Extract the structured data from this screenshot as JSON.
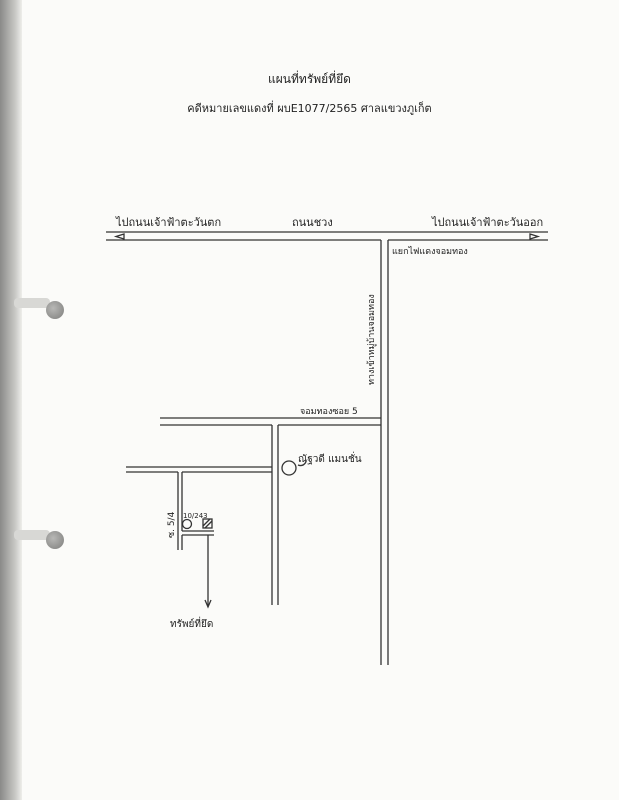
{
  "document": {
    "title": "แผนที่ทรัพย์ที่ยึด",
    "case_line": "คดีหมายเลขแดงที่ ผบE1077/2565 ศาลแขวงภูเก็ต"
  },
  "map": {
    "main_road_label": "ถนนชวง",
    "to_west_label": "ไปถนนเจ้าฟ้าตะวันตก",
    "to_east_label": "ไปถนนเจ้าฟ้าตะวันออก",
    "junction_label": "แยกไฟแดงจอมทอง",
    "village_entrance_label": "ทางเข้าหมู่บ้านจอมทอง",
    "soi_label": "จอมทองซอย 5",
    "landmark_label": "ณัฐวดี แมนชั่น",
    "sub_soi_label": "ซ. 5/4",
    "house_number": "10/243",
    "seized_property_label": "ทรัพย์ที่ยึด"
  }
}
